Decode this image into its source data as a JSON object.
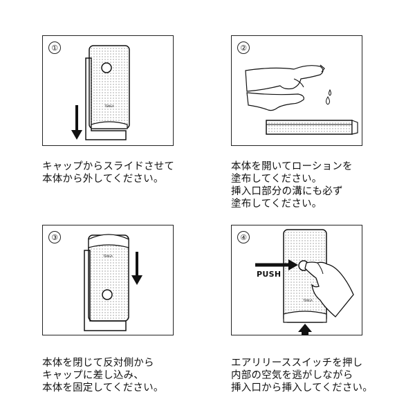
{
  "steps": [
    {
      "number": "①",
      "caption": "キャップからスライドさせて\n本体から外してください。"
    },
    {
      "number": "②",
      "caption": "本体を開いてローションを\n塗布してください。\n挿入口部分の溝にも必ず\n塗布してください。"
    },
    {
      "number": "③",
      "caption": "本体を閉じて反対側から\nキャップに差し込み、\n本体を固定してください。"
    },
    {
      "number": "④",
      "caption": "エアリリーススイッチを押し\n内部の空気を逃がしながら\n挿入口から挿入してください。",
      "push_label": "PUSH"
    }
  ],
  "device_logo": "TENGA"
}
